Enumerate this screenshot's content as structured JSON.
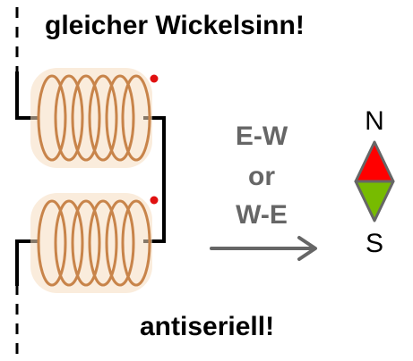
{
  "header": {
    "title": "gleicher Wickelsinn!"
  },
  "footer": {
    "caption": "antiseriell!"
  },
  "arrow_labels": {
    "line1": "E-W",
    "line2": "or",
    "line3": "W-E"
  },
  "compass": {
    "north_label": "N",
    "south_label": "S"
  },
  "colors": {
    "wire": "#000000",
    "coil_winding": "#c8844a",
    "coil_glow": "#f5dcc0",
    "polarity_dot": "#e01010",
    "arrow": "#666666",
    "north_fill": "#ff0000",
    "south_fill": "#77bb00",
    "compass_border": "#666666"
  },
  "icons": [
    "upper-coil-icon",
    "lower-coil-icon",
    "compass-needle-icon",
    "arrow-right-icon"
  ]
}
